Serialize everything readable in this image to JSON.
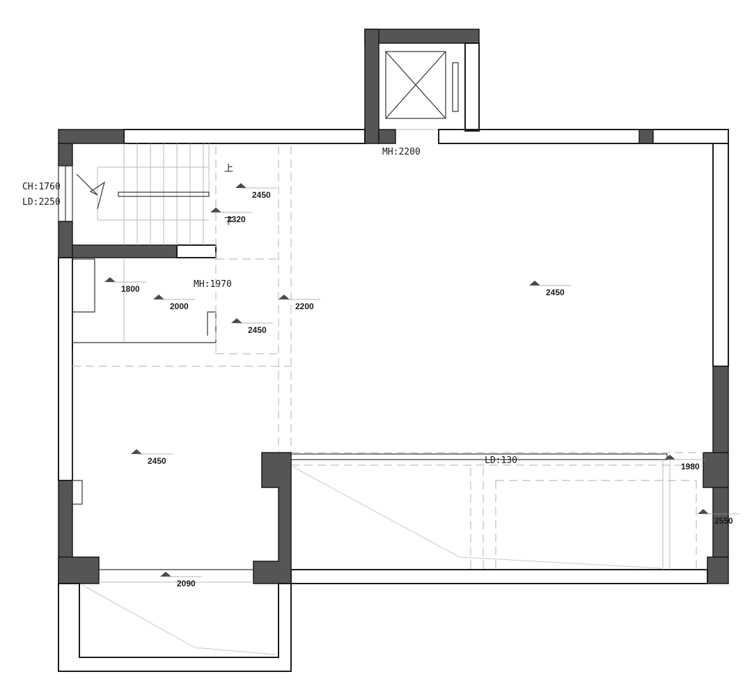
{
  "annotations": {
    "mh_top": "MH:2200",
    "ch_left": "CH:1760",
    "ld_left": "LD:2250",
    "mh_mid": "MH:1970",
    "ld_balcony": "LD:130",
    "stair_up": "上",
    "stair_down": "下"
  },
  "levels": [
    {
      "id": "stair-top",
      "value": "2450"
    },
    {
      "id": "stair-landing",
      "value": "2320"
    },
    {
      "id": "storage-a",
      "value": "1800"
    },
    {
      "id": "storage-b",
      "value": "2000"
    },
    {
      "id": "corridor",
      "value": "2450"
    },
    {
      "id": "passage",
      "value": "2200"
    },
    {
      "id": "main-hall",
      "value": "2450"
    },
    {
      "id": "left-room",
      "value": "2450"
    },
    {
      "id": "balcony-edge",
      "value": "1980"
    },
    {
      "id": "right-wall",
      "value": "2550"
    },
    {
      "id": "bottom-door",
      "value": "2090"
    }
  ]
}
